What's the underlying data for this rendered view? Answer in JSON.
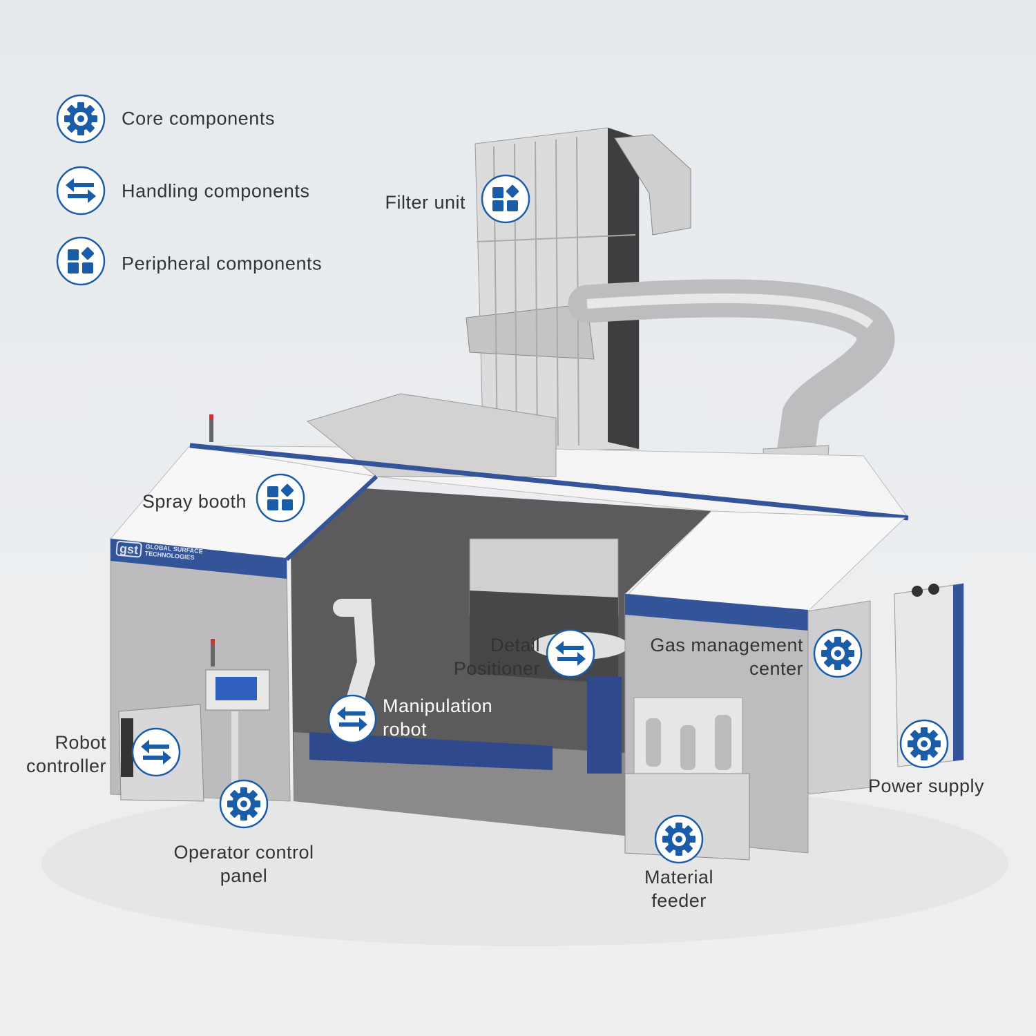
{
  "colors": {
    "accent": "#1a5ca8",
    "text": "#333333",
    "background": "#e8ebee"
  },
  "legend": [
    {
      "icon": "gear-icon",
      "label": "Core components"
    },
    {
      "icon": "arrows-exchange-icon",
      "label": "Handling components"
    },
    {
      "icon": "blocks-icon",
      "label": "Peripheral components"
    }
  ],
  "callouts": {
    "filter_unit": {
      "icon": "blocks-icon",
      "lines": [
        "Filter unit"
      ]
    },
    "spray_booth": {
      "icon": "blocks-icon",
      "lines": [
        "Spray booth"
      ]
    },
    "detail_positioner": {
      "icon": "arrows-exchange-icon",
      "lines": [
        "Detail",
        "Positioner"
      ]
    },
    "gas_management": {
      "icon": "gear-icon",
      "lines": [
        "Gas management",
        "center"
      ]
    },
    "manipulation_robot": {
      "icon": "arrows-exchange-icon",
      "lines": [
        "Manipulation",
        "robot"
      ]
    },
    "robot_controller": {
      "icon": "arrows-exchange-icon",
      "lines": [
        "Robot",
        "controller"
      ]
    },
    "operator_panel": {
      "icon": "gear-icon",
      "lines": [
        "Operator control",
        "panel"
      ]
    },
    "material_feeder": {
      "icon": "gear-icon",
      "lines": [
        "Material",
        "feeder"
      ]
    },
    "power_supply": {
      "icon": "gear-icon",
      "lines": [
        "Power supply"
      ]
    }
  },
  "logo": {
    "mark": "gst",
    "text": [
      "GLOBAL SURFACE",
      "TECHNOLOGIES"
    ]
  }
}
